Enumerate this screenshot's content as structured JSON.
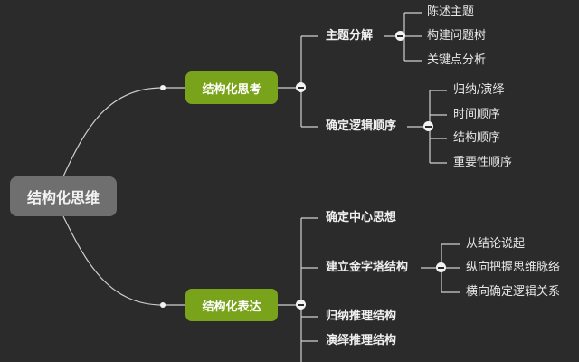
{
  "colors": {
    "background": "#2b2b2b",
    "root": "#6f6f6f",
    "branch": "#79a31a",
    "line": "#cfcfcf"
  },
  "mindmap": {
    "root": "结构化思维",
    "branches": [
      {
        "label": "结构化思考",
        "topics": [
          {
            "label": "主题分解",
            "children": [
              "陈述主题",
              "构建问题树",
              "关键点分析"
            ]
          },
          {
            "label": "确定逻辑顺序",
            "children": [
              "归纳/演绎",
              "时间顺序",
              "结构顺序",
              "重要性顺序"
            ]
          }
        ]
      },
      {
        "label": "结构化表达",
        "topics": [
          {
            "label": "确定中心思想",
            "children": []
          },
          {
            "label": "建立金字塔结构",
            "children": [
              "从结论说起",
              "纵向把握思维脉络",
              "横向确定逻辑关系"
            ]
          },
          {
            "label": "归纳推理结构",
            "children": []
          },
          {
            "label": "演绎推理结构",
            "children": []
          }
        ]
      }
    ]
  }
}
